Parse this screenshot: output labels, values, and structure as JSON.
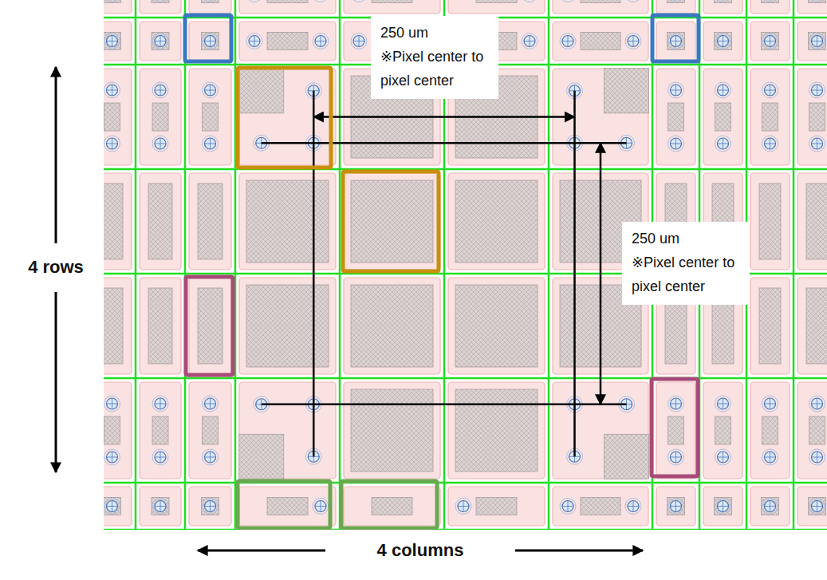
{
  "diagram": {
    "nodes": [
      {
        "text": [
          "250 um",
          "※Pixel center to pixel center"
        ]
      },
      {
        "text": [
          "250 um",
          "※Pixel center to pixel center"
        ]
      }
    ],
    "labels": [
      "4 rows",
      "4 columns"
    ]
  }
}
